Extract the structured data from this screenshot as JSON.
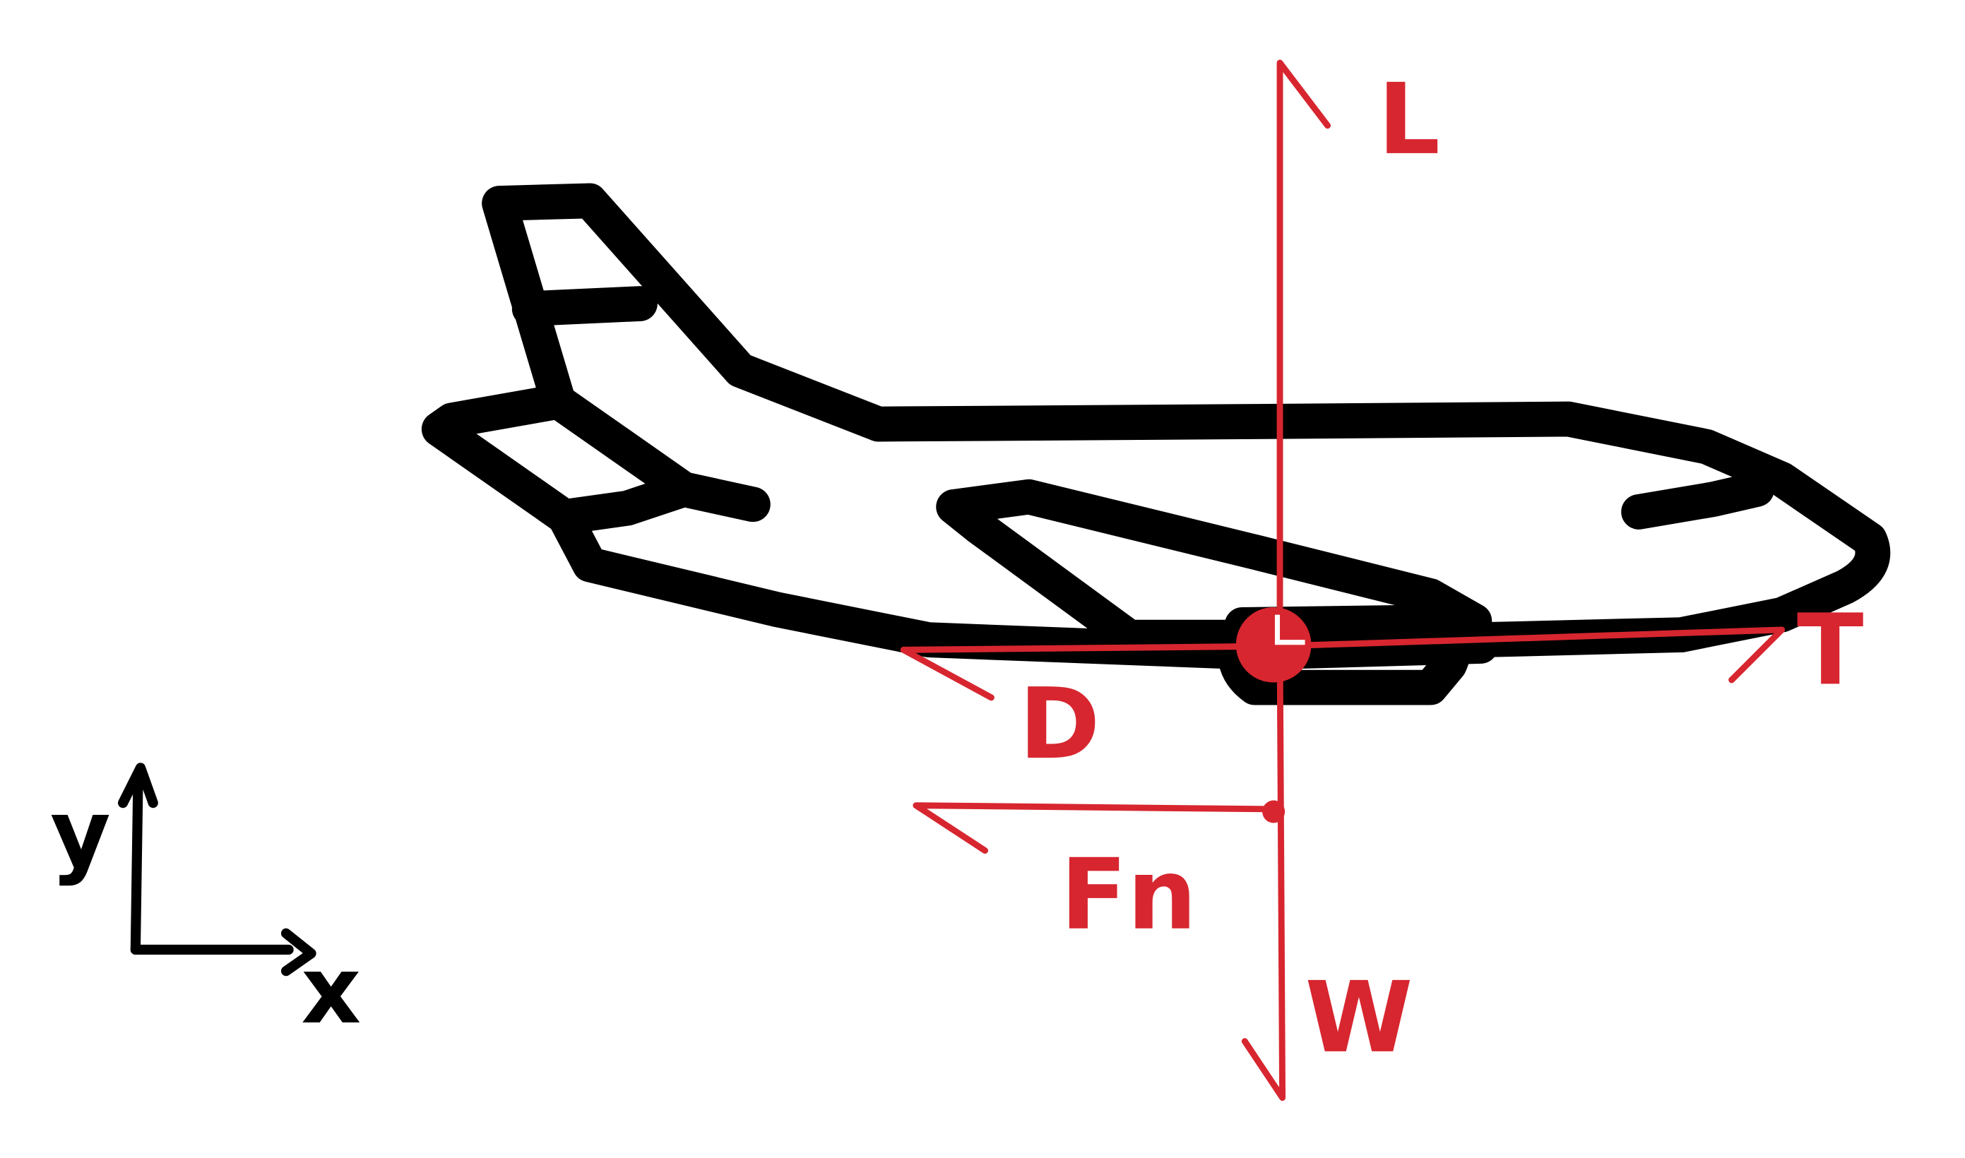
{
  "colors": {
    "ink": "#000000",
    "force": "#d7262f",
    "background": "#ffffff"
  },
  "forces": {
    "lift": "L",
    "weight": "W",
    "thrust": "T",
    "drag": "D",
    "net_force": "Fn"
  },
  "axes": {
    "x_label": "x",
    "y_label": "y"
  },
  "icons": {
    "airplane": "airplane-icon"
  }
}
